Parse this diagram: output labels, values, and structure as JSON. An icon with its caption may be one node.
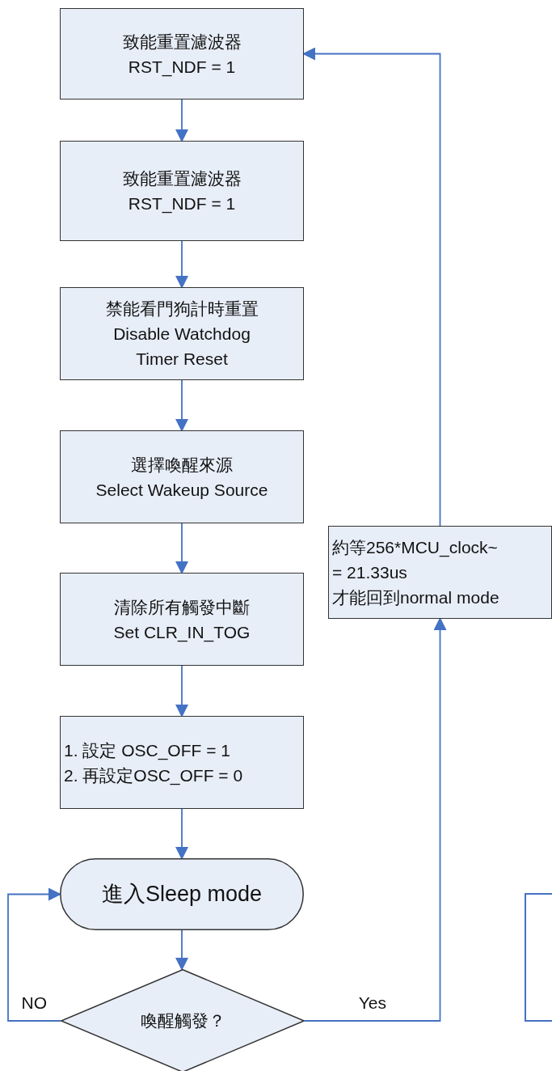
{
  "diagram": {
    "nodes": [
      {
        "text": [
          "致能重置濾波器",
          "RST_NDF = 1"
        ]
      },
      {
        "text": [
          "致能重置濾波器",
          "RST_NDF = 1"
        ]
      },
      {
        "text": [
          "禁能看門狗計時重置",
          "Disable Watchdog Timer Reset"
        ]
      },
      {
        "text": [
          "選擇喚醒來源",
          "Select Wakeup Source"
        ]
      },
      {
        "text": [
          "清除所有觸發中斷",
          "Set CLR_IN_TOG"
        ]
      },
      {
        "text": [
          "1. 設定 OSC_OFF = 1",
          "2. 再設定OSC_OFF = 0"
        ]
      },
      {
        "text": [
          "進入Sleep mode"
        ]
      },
      {
        "text": [
          "喚醒觸發？"
        ]
      },
      {
        "text": [
          "約等256*MCU_clock~ = 21.33us",
          "才能回到normal mode"
        ]
      }
    ],
    "edges": [
      {
        "from": 0,
        "to": 1,
        "arrow": "to"
      },
      {
        "from": 1,
        "to": 2,
        "arrow": "to"
      },
      {
        "from": 2,
        "to": 3,
        "arrow": "to"
      },
      {
        "from": 3,
        "to": 4,
        "arrow": "to"
      },
      {
        "from": 4,
        "to": 5,
        "arrow": "to"
      },
      {
        "from": 5,
        "to": 6,
        "arrow": "to"
      },
      {
        "from": 6,
        "to": 7,
        "arrow": "to"
      },
      {
        "from": 7,
        "to": 6,
        "arrow": "to",
        "label": "NO"
      },
      {
        "from": 7,
        "to": 8,
        "arrow": "to",
        "label": "Yes"
      },
      {
        "from": 8,
        "to": 0,
        "arrow": "to"
      }
    ]
  }
}
